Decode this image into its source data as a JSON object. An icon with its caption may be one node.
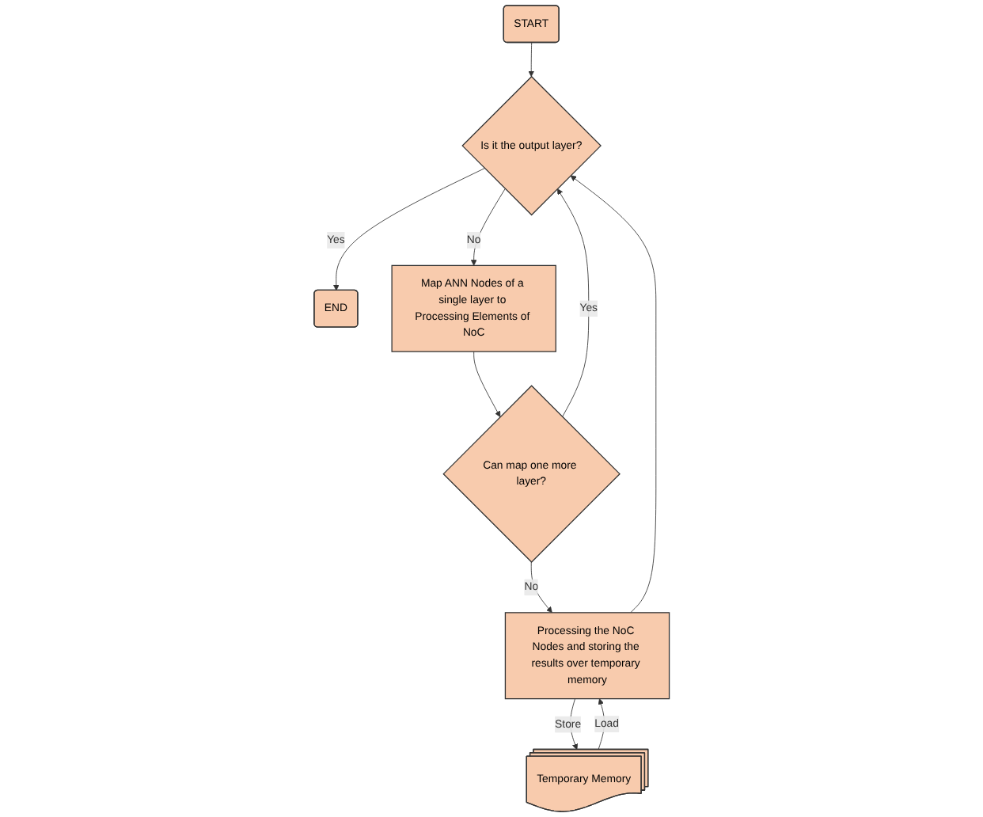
{
  "diagram": {
    "nodes": [
      {
        "text": [
          "START"
        ]
      },
      {
        "text": [
          "Is it the output layer?"
        ]
      },
      {
        "text": [
          "END"
        ]
      },
      {
        "text": [
          "Map ANN Nodes of a single layer to Processing Elements of NoC"
        ]
      },
      {
        "text": [
          "Can map one more layer?"
        ]
      },
      {
        "text": [
          "Processing the NoC Nodes and storing the results over temporary memory"
        ]
      },
      {
        "text": [
          "Temporary Memory"
        ]
      }
    ],
    "edges": [
      {
        "from": 0,
        "to": 1,
        "arrow": "to"
      },
      {
        "from": 1,
        "to": 2,
        "arrow": "to",
        "label": "Yes"
      },
      {
        "from": 1,
        "to": 3,
        "arrow": "to",
        "label": "No"
      },
      {
        "from": 3,
        "to": 4,
        "arrow": "to"
      },
      {
        "from": 4,
        "to": 1,
        "arrow": "to",
        "label": "Yes"
      },
      {
        "from": 4,
        "to": 5,
        "arrow": "to",
        "label": "No"
      },
      {
        "from": 5,
        "to": 1,
        "arrow": "to"
      },
      {
        "from": 6,
        "to": 5,
        "arrow": "to",
        "label": "Load"
      },
      {
        "from": 5,
        "to": 6,
        "arrow": "to",
        "label": "Store"
      }
    ]
  }
}
